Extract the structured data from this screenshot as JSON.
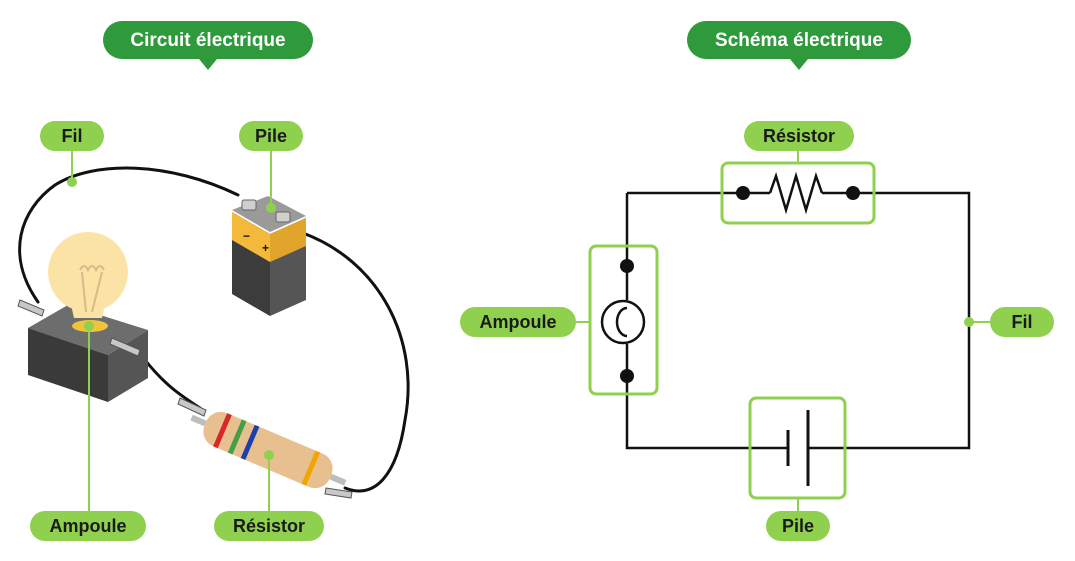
{
  "titles": {
    "left": "Circuit électrique",
    "right": "Schéma électrique"
  },
  "left_labels": {
    "fil": "Fil",
    "pile": "Pile",
    "ampoule": "Ampoule",
    "resistor": "Résistor"
  },
  "right_labels": {
    "resistor": "Résistor",
    "ampoule": "Ampoule",
    "fil": "Fil",
    "pile": "Pile"
  },
  "battery": {
    "minus": "−",
    "plus": "+"
  },
  "colors": {
    "title_bg": "#2e9a3c",
    "label_bg": "#8fd14f",
    "highlight": "#8fd14f",
    "wire": "#111111"
  }
}
